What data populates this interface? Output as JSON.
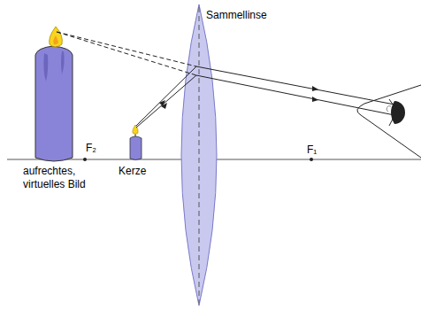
{
  "diagram": {
    "labels": [
      "Sammellinse",
      "F₂",
      "F₁",
      "aufrechtes, virtuelles Bild",
      "Kerze"
    ]
  }
}
